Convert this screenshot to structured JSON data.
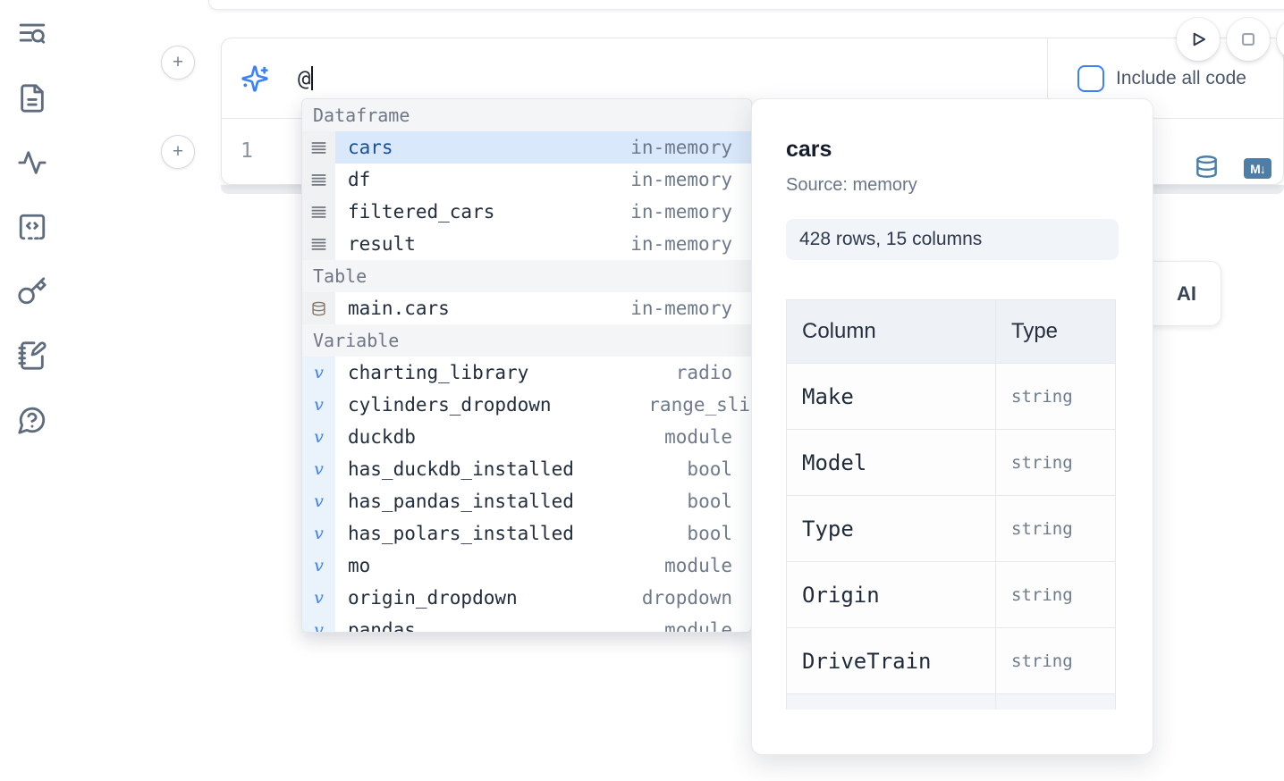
{
  "colors": {
    "accent_blue": "#3b82f6",
    "selection_bg": "#d9e8fa",
    "selection_text": "#1a4f9c",
    "steel_blue": "#4c7ea8"
  },
  "sidebar": {
    "icons": [
      "text-search-icon",
      "file-document-icon",
      "activity-icon",
      "code-snippet-icon",
      "key-icon",
      "notebook-pen-icon",
      "help-chat-icon"
    ]
  },
  "toolbar": {
    "buttons": [
      {
        "icon": "play-icon"
      },
      {
        "icon": "stop-icon"
      }
    ]
  },
  "cell": {
    "add_button_top": "+",
    "add_button_bottom": "+",
    "prompt": {
      "icon": "ai-sparkles-icon",
      "value": "@"
    },
    "include_all_code": {
      "label": "Include all code",
      "checked": false
    },
    "editor": {
      "line_number": "1"
    },
    "actions": {
      "database_icon": "database-icon",
      "markdown_icon": "markdown-icon",
      "markdown_badge_text": "M↓"
    }
  },
  "autocomplete": {
    "sections": [
      {
        "label": "Dataframe",
        "icon": "dataframe-icon",
        "items": [
          {
            "name": "cars",
            "type": "in-memory",
            "selected": true
          },
          {
            "name": "df",
            "type": "in-memory"
          },
          {
            "name": "filtered_cars",
            "type": "in-memory"
          },
          {
            "name": "result",
            "type": "in-memory"
          }
        ]
      },
      {
        "label": "Table",
        "icon": "table-icon",
        "items": [
          {
            "name": "main.cars",
            "type": "in-memory"
          }
        ]
      },
      {
        "label": "Variable",
        "icon": "variable-icon",
        "items": [
          {
            "name": "charting_library",
            "type": "radio"
          },
          {
            "name": "cylinders_dropdown",
            "type": "range_slider",
            "overflow": true
          },
          {
            "name": "duckdb",
            "type": "module"
          },
          {
            "name": "has_duckdb_installed",
            "type": "bool"
          },
          {
            "name": "has_pandas_installed",
            "type": "bool"
          },
          {
            "name": "has_polars_installed",
            "type": "bool"
          },
          {
            "name": "mo",
            "type": "module"
          },
          {
            "name": "origin_dropdown",
            "type": "dropdown"
          },
          {
            "name": "pandas",
            "type": "module",
            "partial": true
          }
        ]
      }
    ]
  },
  "preview": {
    "title": "cars",
    "source_label": "Source: memory",
    "shape_badge": "428 rows, 15 columns",
    "table": {
      "headers": [
        "Column",
        "Type"
      ],
      "rows": [
        [
          "Make",
          "string"
        ],
        [
          "Model",
          "string"
        ],
        [
          "Type",
          "string"
        ],
        [
          "Origin",
          "string"
        ],
        [
          "DriveTrain",
          "string"
        ]
      ]
    }
  },
  "ai_button": {
    "label": "AI"
  }
}
